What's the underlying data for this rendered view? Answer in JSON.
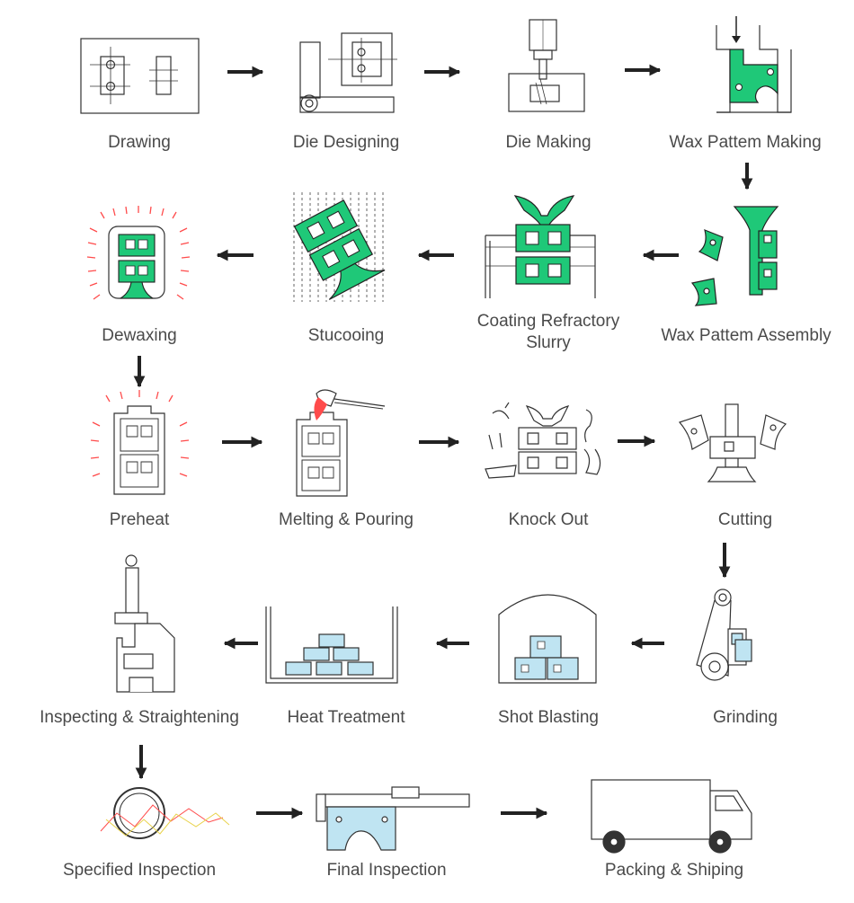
{
  "steps": {
    "drawing": "Drawing",
    "die_designing": "Die Designing",
    "die_making": "Die Making",
    "wax_pattern_making": "Wax Pattem Making",
    "wax_pattern_assembly": "Wax Pattem Assembly",
    "coating_refractory_slurry": "Coating Refractory Slurry",
    "stucooing": "Stucooing",
    "dewaxing": "Dewaxing",
    "preheat": "Preheat",
    "melting_pouring": "Melting & Pouring",
    "knock_out": "Knock Out",
    "cutting": "Cutting",
    "grinding": "Grinding",
    "shot_blasting": "Shot Blasting",
    "heat_treatment": "Heat Treatment",
    "inspecting_straightening": "Inspecting & Straightening",
    "specified_inspection": "Specified Inspection",
    "final_inspection": "Final Inspection",
    "packing_shipping": "Packing & Shiping"
  },
  "colors": {
    "wax_green": "#1fc878",
    "part_blue": "#bfe4f2",
    "outline": "#333333",
    "heat_red": "#ff4b4b",
    "label": "#4a4a4a"
  }
}
